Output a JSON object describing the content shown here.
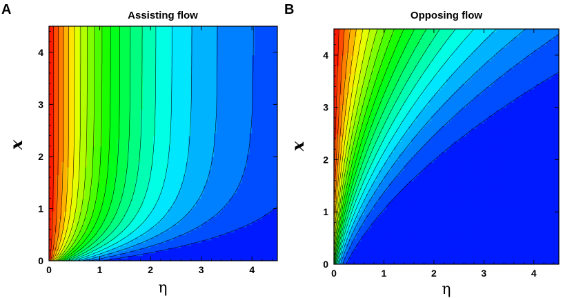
{
  "chart_data": [
    {
      "panel": "A",
      "title": "Assisting flow",
      "type": "contour",
      "xlabel": "η",
      "ylabel": "x",
      "xlim": [
        0,
        4.5
      ],
      "ylim": [
        0,
        4.5
      ],
      "xticks": [
        "0",
        "1",
        "2",
        "3",
        "4"
      ],
      "yticks": [
        "0",
        "1",
        "2",
        "3",
        "4"
      ],
      "levels": 20,
      "colormap": [
        "#0000ff",
        "#00ffff",
        "#00ff00",
        "#ffff00",
        "#ff0000"
      ]
    },
    {
      "panel": "B",
      "title": "Opposing flow",
      "type": "contour",
      "xlabel": "η",
      "ylabel": "x",
      "xlim": [
        0,
        4.5
      ],
      "ylim": [
        0,
        4.5
      ],
      "xticks": [
        "0",
        "1",
        "2",
        "3",
        "4"
      ],
      "yticks": [
        "0",
        "1",
        "2",
        "3",
        "4"
      ],
      "levels": 20,
      "colormap": [
        "#0000ff",
        "#00ffff",
        "#00ff00",
        "#ffff00",
        "#ff0000"
      ]
    }
  ]
}
